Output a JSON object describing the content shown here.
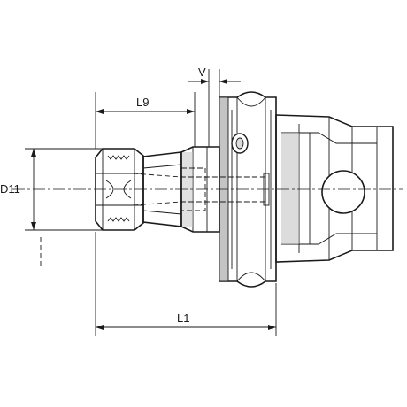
{
  "drawing": {
    "dimensions": {
      "v": "V",
      "l9": "L9",
      "d11": "D11",
      "l1": "L1"
    },
    "colors": {
      "ink": "#1a1a1a",
      "body_fill": "#dcdcdc",
      "shade_fill": "#c4c4c4",
      "background": "#ffffff"
    }
  }
}
